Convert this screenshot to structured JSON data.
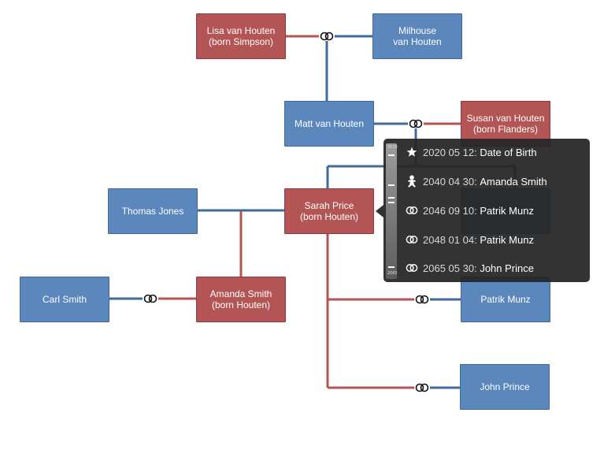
{
  "colors": {
    "male": "#5b87bd",
    "female": "#b35555",
    "popup_bg": "#262626"
  },
  "persons": {
    "lisa": "Lisa van Houten\n(born Simpson)",
    "milhouse": "Milhouse\nvan Houten",
    "matt": "Matt van Houten",
    "susan": "Susan van Houten\n(born Flanders)",
    "thomas": "Thomas Jones",
    "sarah": "Sarah Price\n(born Houten)",
    "carl": "Carl Smith",
    "amanda": "Amanda Smith\n(born Houten)",
    "patrik": "Patrik Munz",
    "john": "John Prince"
  },
  "popup": {
    "timeline": {
      "start_label": "2020",
      "end_label": "2065"
    },
    "events": [
      {
        "icon": "star-icon",
        "date": "2020 05 12:",
        "text": "Date of Birth"
      },
      {
        "icon": "baby-icon",
        "date": "2040 04 30:",
        "text": "Amanda Smith"
      },
      {
        "icon": "rings-icon",
        "date": "2046 09 10:",
        "text": "Patrik Munz"
      },
      {
        "icon": "rings-icon",
        "date": "2048 01 04:",
        "text": "Patrik Munz"
      },
      {
        "icon": "rings-icon",
        "date": "2065 05 30:",
        "text": "John Prince"
      }
    ]
  }
}
